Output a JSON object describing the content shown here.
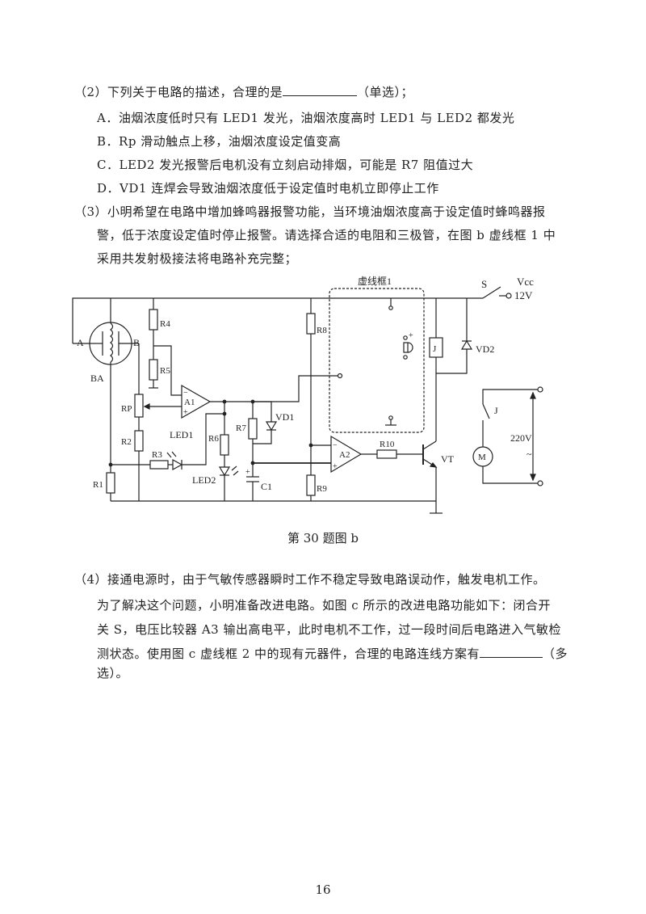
{
  "q2": {
    "stem_before": "（2）下列关于电路的描述，合理的是",
    "stem_after": "（单选）；",
    "options": [
      "A．油烟浓度低时只有 LED1 发光，油烟浓度高时 LED1 与 LED2 都发光",
      "B．Rp 滑动触点上移，油烟浓度设定值变高",
      "C．LED2 发光报警后电机没有立刻启动排烟，可能是 R7 阻值过大",
      "D．VD1 连焊会导致油烟浓度低于设定值时电机立即停止工作"
    ]
  },
  "q3": {
    "lines": [
      "（3）小明希望在电路中增加蜂鸣器报警功能，当环境油烟浓度高于设定值时蜂鸣器报",
      "警，低于浓度设定值时停止报警。请选择合适的电阻和三极管，在图 b 虚线框 1 中",
      "采用共发射极接法将电路补充完整；"
    ]
  },
  "figure": {
    "caption": "第 30 题图 b",
    "labels": {
      "dashed_box": "虚线框1",
      "S": "S",
      "vcc": "Vcc",
      "v12": "12V",
      "A": "A",
      "B": "B",
      "BA": "BA",
      "R4": "R4",
      "R5": "R5",
      "Rp": "RP",
      "R2": "R2",
      "R1": "R1",
      "R3": "R3",
      "LED1": "LED1",
      "LED2": "LED2",
      "R6": "R6",
      "R7": "R7",
      "VD1": "VD1",
      "C1": "C1",
      "R8": "R8",
      "R9": "R9",
      "A1": "A1",
      "A2": "A2",
      "R10": "R10",
      "VT": "VT",
      "J": "J",
      "J2": "J",
      "VD2": "VD2",
      "M": "M",
      "v220": "220V",
      "ac": "~",
      "minus": "−",
      "plus": "+"
    }
  },
  "q4": {
    "lines": [
      "（4）接通电源时，由于气敏传感器瞬时工作不稳定导致电路误动作，触发电机工作。",
      "为了解决这个问题，小明准备改进电路。如图 c 所示的改进电路功能如下：闭合开",
      "关 S，电压比较器 A3 输出高电平，此时电机不工作，过一段时间后电路进入气敏检"
    ],
    "last_before": "测状态。使用图 c 虚线框 2 中的现有元器件，合理的电路连线方案有",
    "last_after": "（多",
    "tail": "选）。"
  },
  "page_number": "16"
}
